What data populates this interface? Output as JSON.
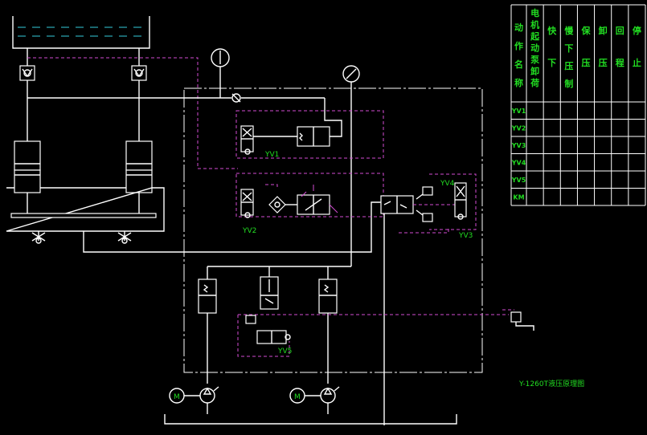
{
  "diagram": {
    "valve_labels": {
      "yv1": "YV1",
      "yv2": "YV2",
      "yv3": "YV3",
      "yv4": "YV4",
      "yv5": "YV5"
    },
    "caption": "Y-1260T液压原理图",
    "colors": {
      "background": "#000000",
      "lines": "#ffffff",
      "pilot": "#d24bd2",
      "labels": "#22dd22",
      "tank_level": "#33ccdd"
    }
  },
  "table": {
    "header_title": [
      "动",
      "作",
      "名",
      "称"
    ],
    "columns": [
      [
        "电",
        "机",
        "起",
        "动",
        "泵",
        "卸",
        "荷"
      ],
      [
        "快",
        "下"
      ],
      [
        "慢",
        "下",
        "压",
        "制"
      ],
      [
        "保",
        "压"
      ],
      [
        "卸",
        "压"
      ],
      [
        "回",
        "程"
      ],
      [
        "停",
        "止"
      ]
    ],
    "rows": [
      "YV1",
      "YV2",
      "YV3",
      "YV4",
      "YV5",
      "KM"
    ]
  }
}
